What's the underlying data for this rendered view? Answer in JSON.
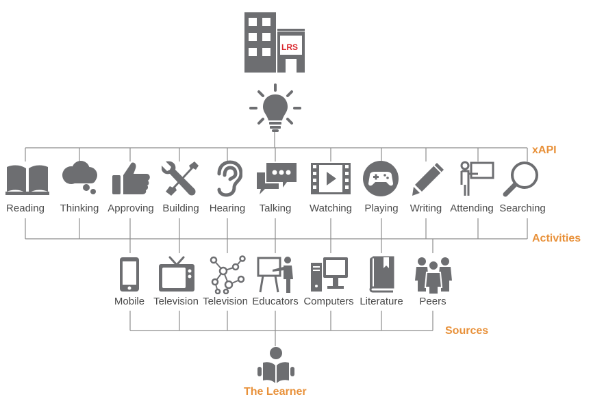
{
  "colors": {
    "icon": "#6d6e71",
    "line": "#8c8c8c",
    "text": "#4a4a4a",
    "accent": "#e8913a",
    "lrs_text": "#d9262c"
  },
  "top": {
    "lrs_label": "LRS",
    "building_icon": "building-icon",
    "bulb_icon": "lightbulb-icon"
  },
  "tags": {
    "xapi": "xAPI",
    "activities": "Activities",
    "sources": "Sources",
    "learner": "The Learner"
  },
  "activities": [
    {
      "label": "Reading",
      "icon": "book-icon"
    },
    {
      "label": "Thinking",
      "icon": "thought-cloud-icon"
    },
    {
      "label": "Approving",
      "icon": "thumbs-up-icon"
    },
    {
      "label": "Building",
      "icon": "tools-icon"
    },
    {
      "label": "Hearing",
      "icon": "ear-icon"
    },
    {
      "label": "Talking",
      "icon": "chat-bubbles-icon"
    },
    {
      "label": "Watching",
      "icon": "video-film-icon"
    },
    {
      "label": "Playing",
      "icon": "gamepad-icon"
    },
    {
      "label": "Writing",
      "icon": "pencil-icon"
    },
    {
      "label": "Attending",
      "icon": "presenter-icon"
    },
    {
      "label": "Searching",
      "icon": "magnifier-icon"
    }
  ],
  "sources": [
    {
      "label": "Mobile",
      "icon": "mobile-phone-icon"
    },
    {
      "label": "Television",
      "icon": "television-icon"
    },
    {
      "label": "Television",
      "icon": "network-graph-icon"
    },
    {
      "label": "Educators",
      "icon": "educator-board-icon"
    },
    {
      "label": "Computers",
      "icon": "desktop-computer-icon"
    },
    {
      "label": "Literature",
      "icon": "book-closed-icon"
    },
    {
      "label": "Peers",
      "icon": "people-group-icon"
    }
  ],
  "learner": {
    "icon": "reading-person-icon"
  }
}
